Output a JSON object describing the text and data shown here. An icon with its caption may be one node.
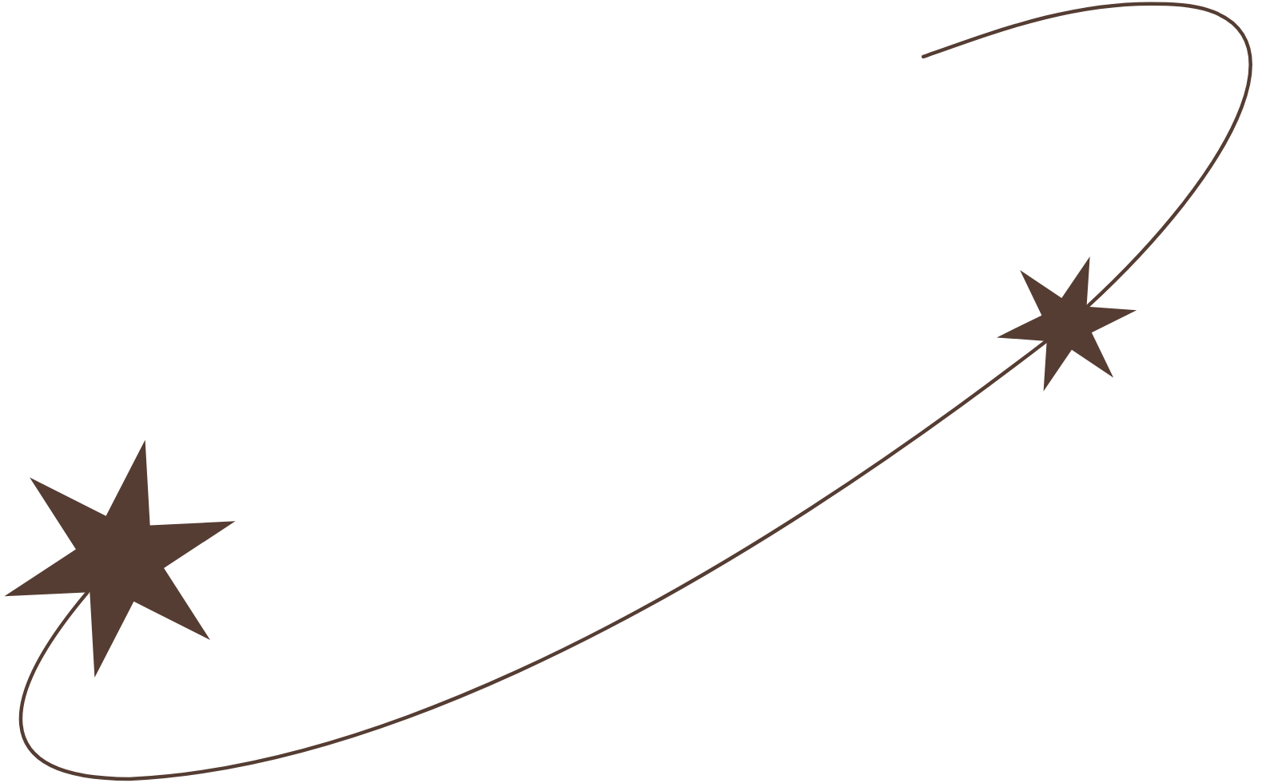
{
  "diagram": {
    "nodes": [
      {
        "text": [],
        "shape": "star"
      },
      {
        "text": [],
        "shape": "star"
      }
    ],
    "edges": [
      {
        "from": 1,
        "to": 0,
        "arrow": "none"
      },
      {
        "from": 1,
        "to": null,
        "arrow": "none"
      }
    ]
  }
}
